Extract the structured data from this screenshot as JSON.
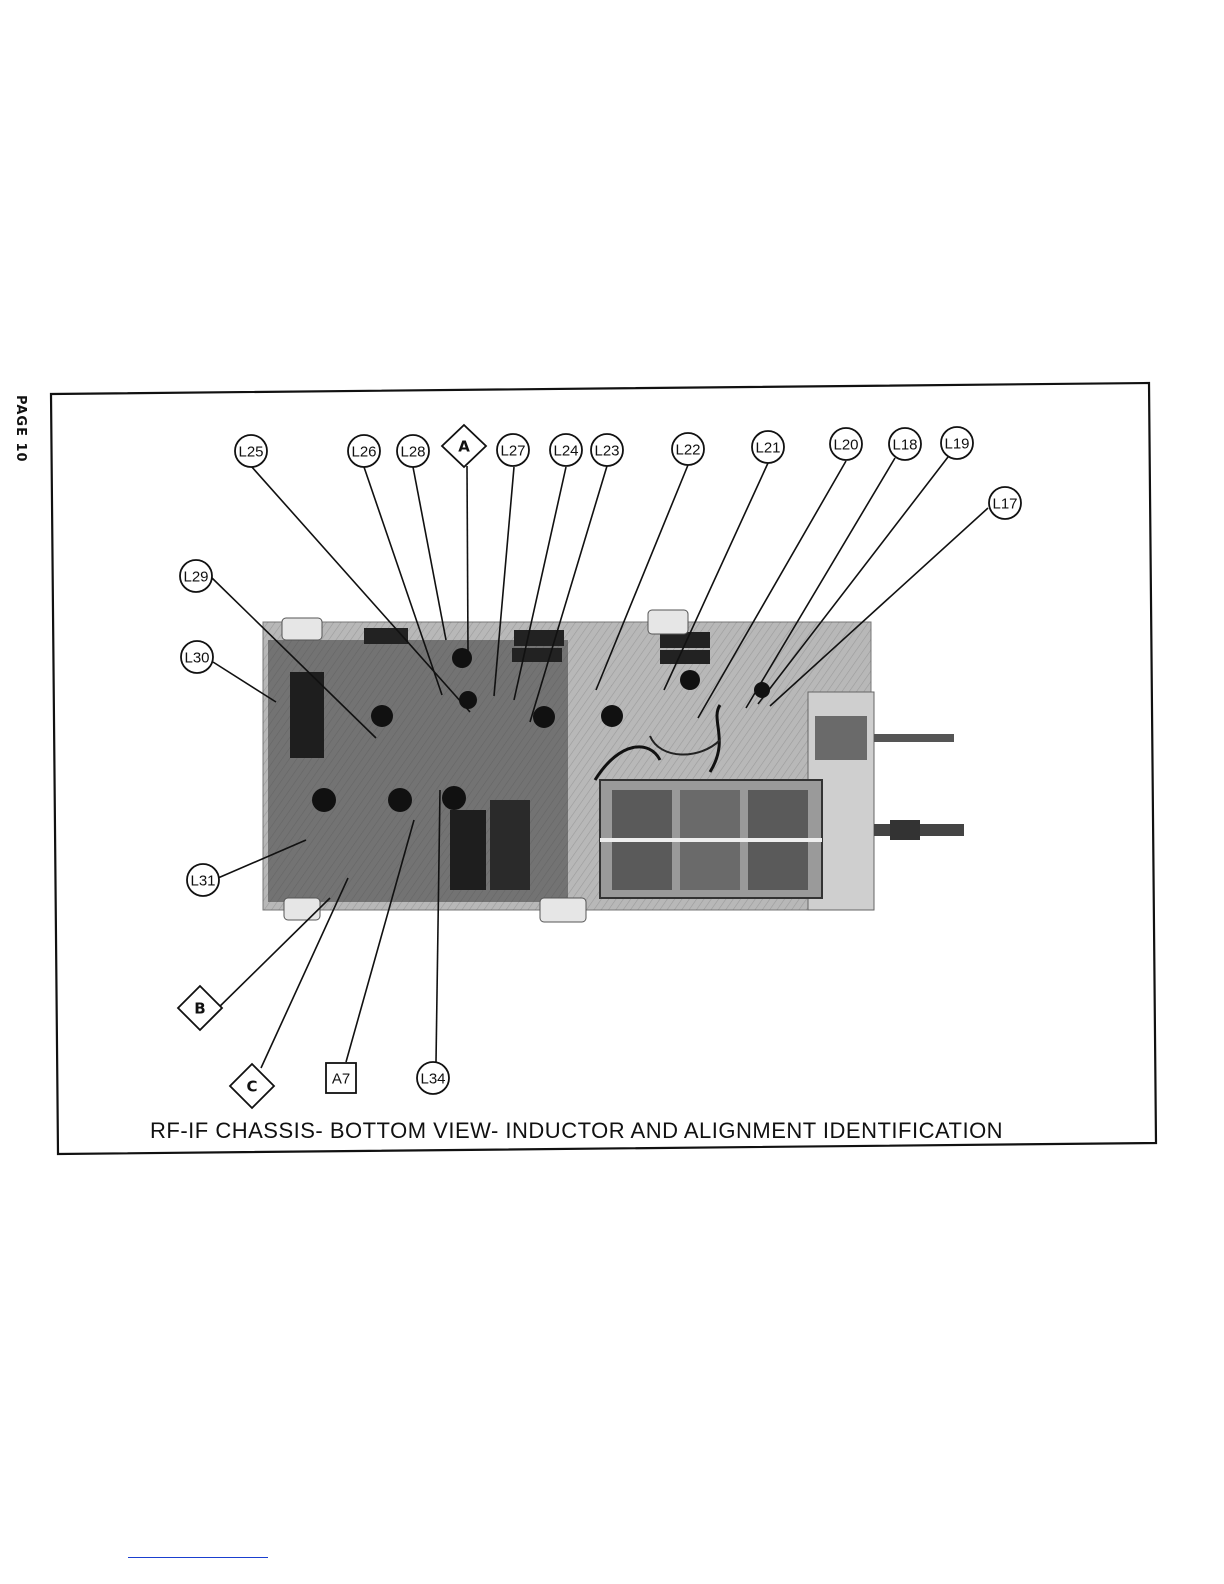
{
  "page_label": "PAGE 10",
  "caption": "RF-IF CHASSIS- BOTTOM VIEW- INDUCTOR AND ALIGNMENT IDENTIFICATION",
  "labels": {
    "l25": "L25",
    "l26": "L26",
    "l28": "L28",
    "a": "A",
    "l27": "L27",
    "l24": "L24",
    "l23": "L23",
    "l22": "L22",
    "l21": "L21",
    "l20": "L20",
    "l18": "L18",
    "l19": "L19",
    "l17": "L17",
    "l29": "L29",
    "l30": "L30",
    "l31": "L31",
    "b": "B",
    "c": "C",
    "a7": "A7",
    "l34": "L34"
  }
}
